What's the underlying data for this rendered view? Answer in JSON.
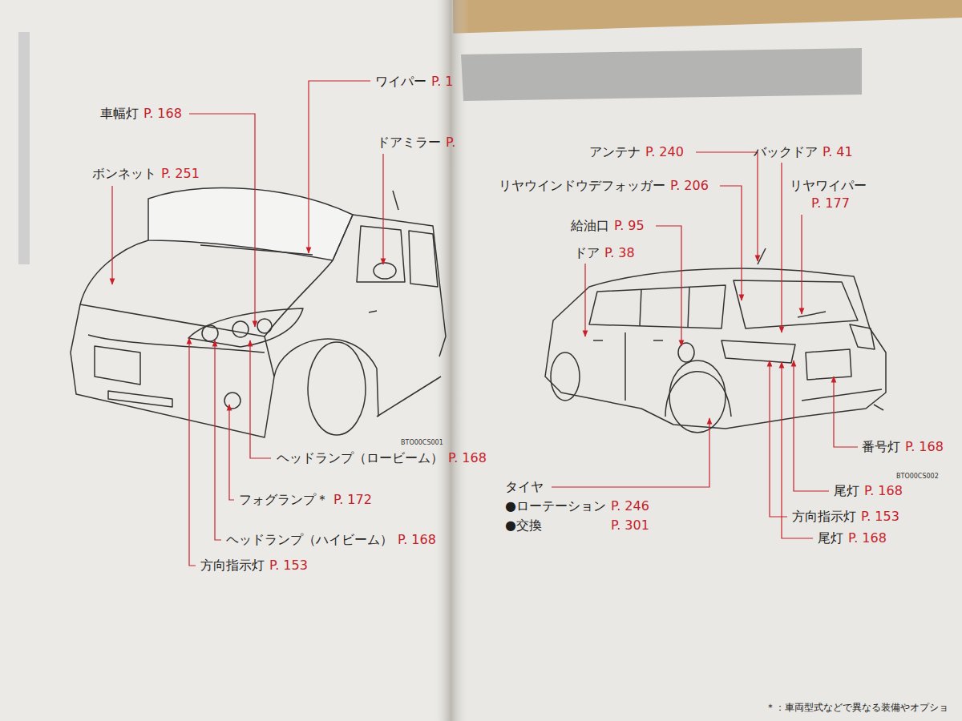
{
  "diagram": {
    "labels": [
      "車幅灯",
      "P. 168",
      "ワイパー",
      "P. 1",
      "ドアミラー",
      "P.",
      "ボンネット",
      "P. 251",
      "ヘッドランプ（ロービーム）",
      "P. 168",
      "フォグランプ＊",
      "P. 172",
      "ヘッドランプ（ハイビーム）",
      "P. 168",
      "方向指示灯",
      "P. 153",
      "BTO00CS001",
      "アンテナ",
      "P. 240",
      "バックドア",
      "P. 41",
      "リヤウインドウデフォッガー",
      "P. 206",
      "リヤワイパー",
      "P. 177",
      "給油口",
      "P. 95",
      "ドア",
      "P. 38",
      "タイヤ",
      "●ローテーション",
      "P. 246",
      "●交換",
      "P. 301",
      "番号灯",
      "P. 168",
      "尾灯",
      "P. 168",
      "方向指示灯",
      "P. 153",
      "尾灯",
      "P. 168",
      "BTO00CS002",
      "＊：車両型式などで異なる装備やオプショ"
    ]
  }
}
